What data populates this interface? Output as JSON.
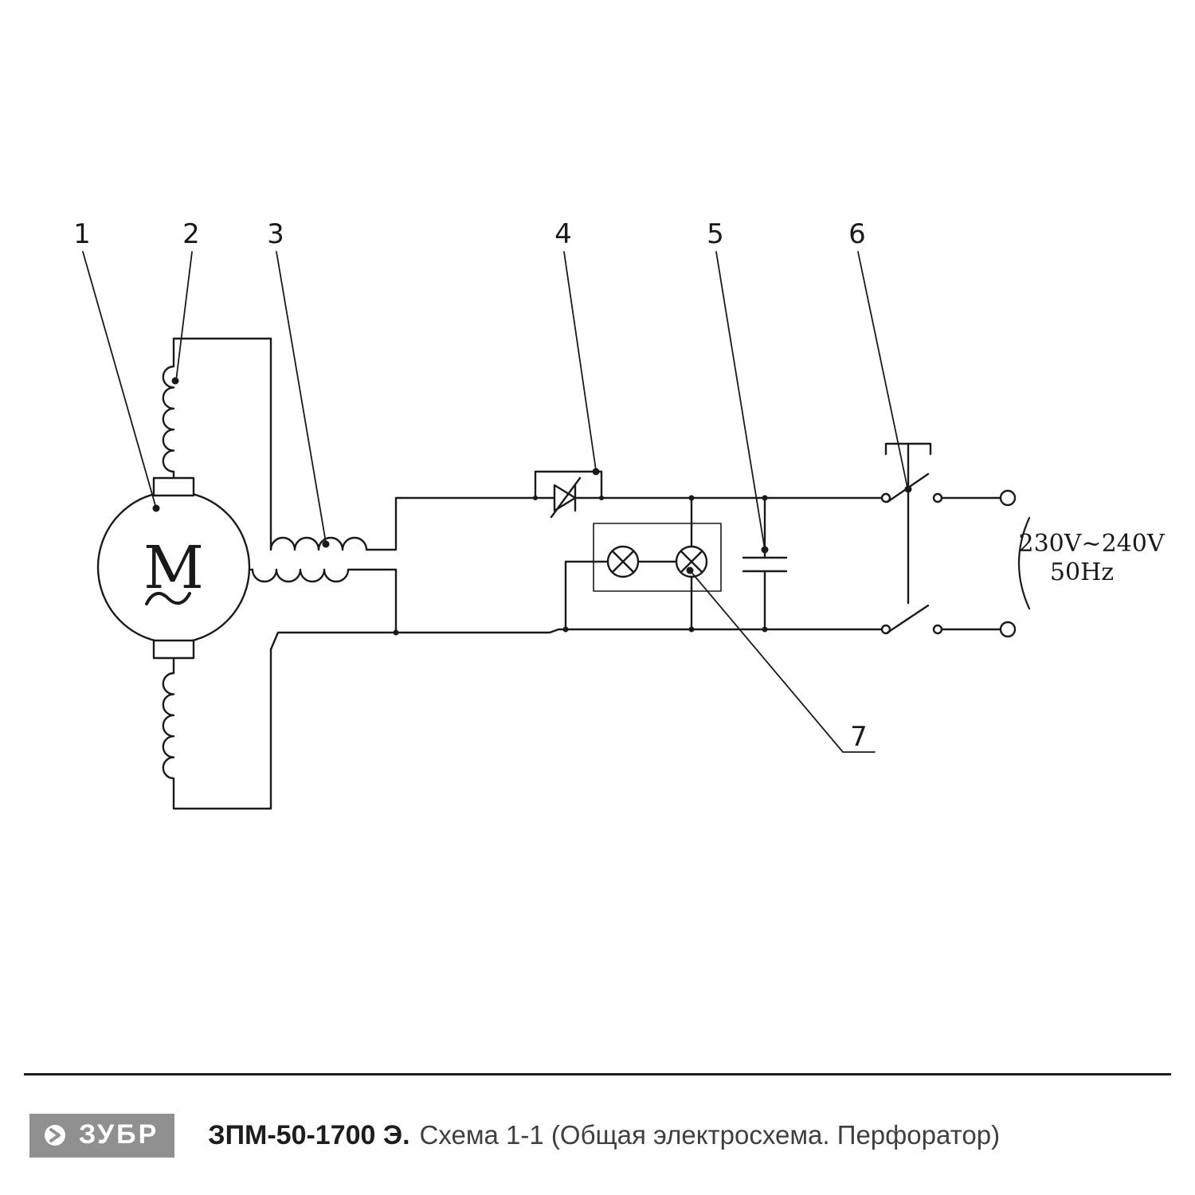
{
  "diagram": {
    "callouts": {
      "n1": "1",
      "n2": "2",
      "n3": "3",
      "n4": "4",
      "n5": "5",
      "n6": "6",
      "n7": "7"
    },
    "motor": {
      "label": "M"
    },
    "supply": {
      "voltage": "230V~240V",
      "frequency": "50Hz"
    }
  },
  "footer": {
    "brand": "ЗУБР",
    "model": "ЗПМ-50-1700 Э.",
    "caption": "Схема 1-1 (Общая электросхема. Перфоратор)"
  },
  "colors": {
    "line": "#1a1a1a",
    "logo_bg": "#909090",
    "logo_text": "#ffffff"
  }
}
